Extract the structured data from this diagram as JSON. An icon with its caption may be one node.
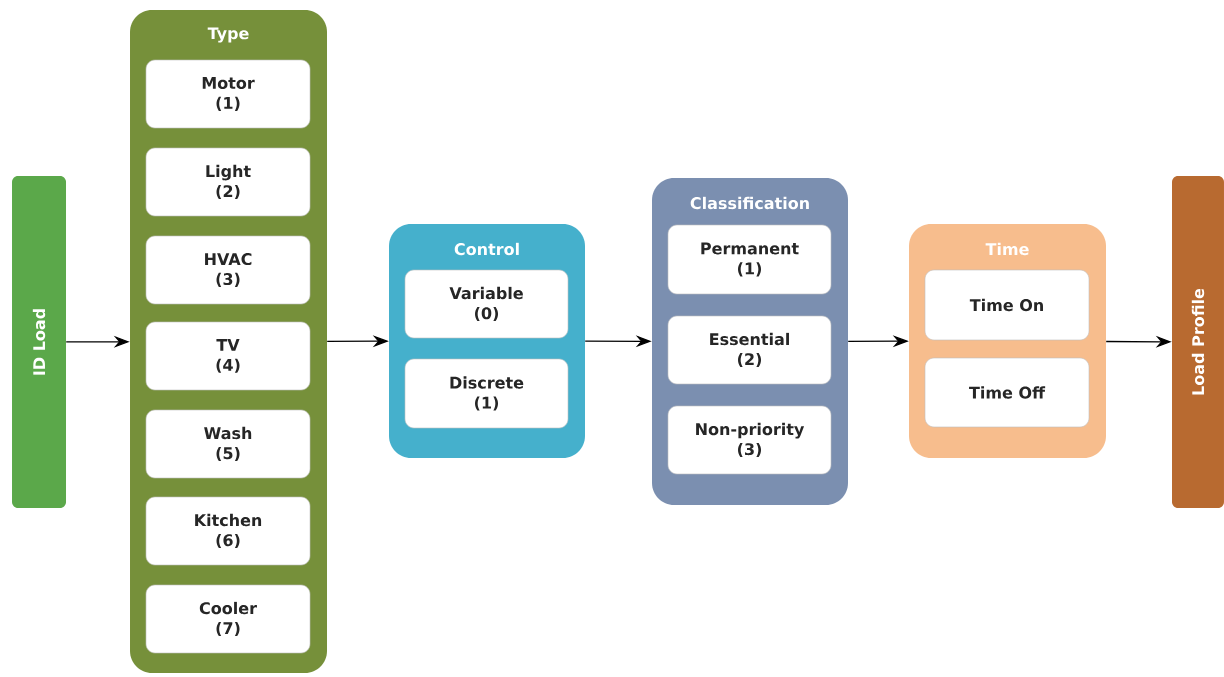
{
  "diagram": {
    "nodes": [
      {
        "text": [
          "ID Load"
        ]
      },
      {
        "text": [
          "Type"
        ]
      },
      {
        "text": [
          "Motor",
          "(1)"
        ],
        "in": 1
      },
      {
        "text": [
          "Light",
          "(2)"
        ],
        "in": 1
      },
      {
        "text": [
          "HVAC",
          "(3)"
        ],
        "in": 1
      },
      {
        "text": [
          "TV",
          "(4)"
        ],
        "in": 1
      },
      {
        "text": [
          "Wash",
          "(5)"
        ],
        "in": 1
      },
      {
        "text": [
          "Kitchen",
          "(6)"
        ],
        "in": 1
      },
      {
        "text": [
          "Cooler",
          "(7)"
        ],
        "in": 1
      },
      {
        "text": [
          "Control"
        ]
      },
      {
        "text": [
          "Variable",
          "(0)"
        ],
        "in": 9
      },
      {
        "text": [
          "Discrete",
          "(1)"
        ],
        "in": 9
      },
      {
        "text": [
          "Classification"
        ]
      },
      {
        "text": [
          "Permanent",
          "(1)"
        ],
        "in": 12
      },
      {
        "text": [
          "Essential",
          "(2)"
        ],
        "in": 12
      },
      {
        "text": [
          "Non-priority",
          "(3)"
        ],
        "in": 12
      },
      {
        "text": [
          "Time"
        ]
      },
      {
        "text": [
          "Time On"
        ],
        "in": 16
      },
      {
        "text": [
          "Time Off"
        ],
        "in": 16
      },
      {
        "text": [
          "Load Profile"
        ]
      }
    ],
    "edges": [
      {
        "from": 0,
        "to": 1,
        "arrow": "to"
      },
      {
        "from": 1,
        "to": 9,
        "arrow": "to"
      },
      {
        "from": 9,
        "to": 12,
        "arrow": "to"
      },
      {
        "from": 12,
        "to": 16,
        "arrow": "to"
      },
      {
        "from": 16,
        "to": 19,
        "arrow": "to"
      }
    ]
  }
}
